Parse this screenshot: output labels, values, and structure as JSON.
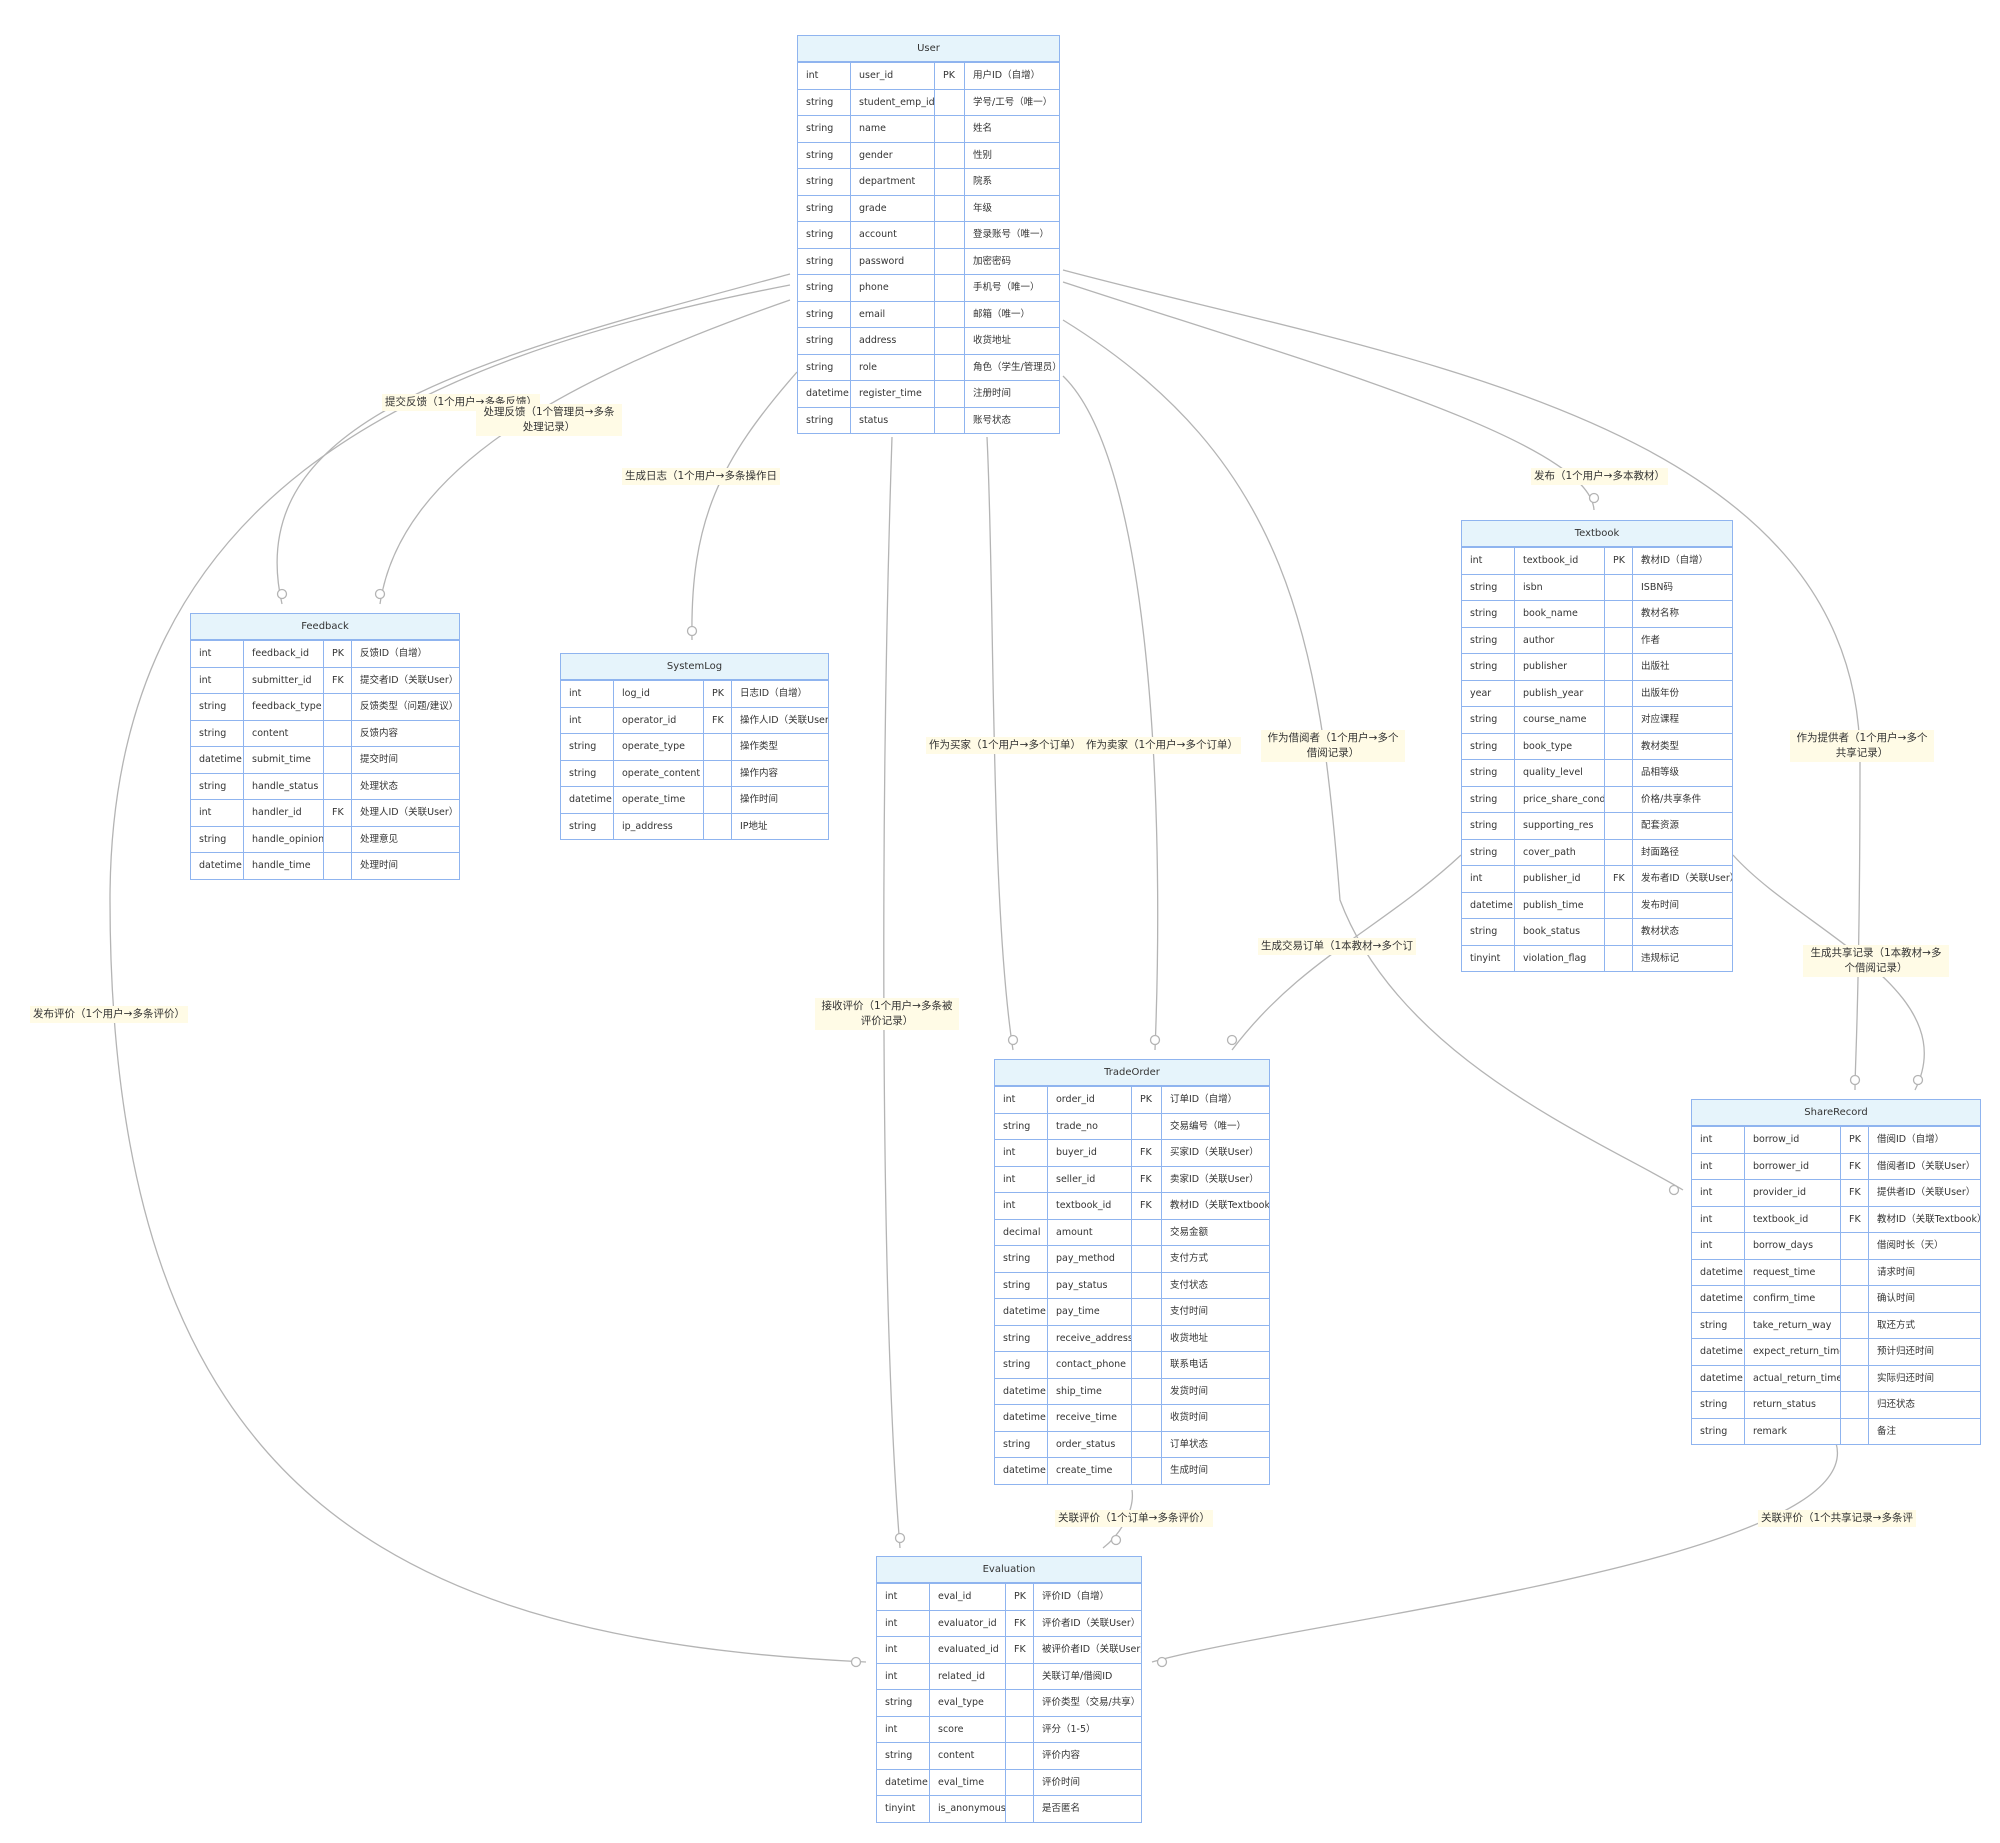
{
  "entities": [
    {
      "key": "user",
      "name": "User",
      "rows": [
        [
          "int",
          "user_id",
          "PK",
          "用户ID（自增）"
        ],
        [
          "string",
          "student_emp_id",
          "",
          "学号/工号（唯一）"
        ],
        [
          "string",
          "name",
          "",
          "姓名"
        ],
        [
          "string",
          "gender",
          "",
          "性别"
        ],
        [
          "string",
          "department",
          "",
          "院系"
        ],
        [
          "string",
          "grade",
          "",
          "年级"
        ],
        [
          "string",
          "account",
          "",
          "登录账号（唯一）"
        ],
        [
          "string",
          "password",
          "",
          "加密密码"
        ],
        [
          "string",
          "phone",
          "",
          "手机号（唯一）"
        ],
        [
          "string",
          "email",
          "",
          "邮箱（唯一）"
        ],
        [
          "string",
          "address",
          "",
          "收货地址"
        ],
        [
          "string",
          "role",
          "",
          "角色（学生/管理员）"
        ],
        [
          "datetime",
          "register_time",
          "",
          "注册时间"
        ],
        [
          "string",
          "status",
          "",
          "账号状态"
        ]
      ]
    },
    {
      "key": "feedback",
      "name": "Feedback",
      "rows": [
        [
          "int",
          "feedback_id",
          "PK",
          "反馈ID（自增）"
        ],
        [
          "int",
          "submitter_id",
          "FK",
          "提交者ID（关联User）"
        ],
        [
          "string",
          "feedback_type",
          "",
          "反馈类型（问题/建议）"
        ],
        [
          "string",
          "content",
          "",
          "反馈内容"
        ],
        [
          "datetime",
          "submit_time",
          "",
          "提交时间"
        ],
        [
          "string",
          "handle_status",
          "",
          "处理状态"
        ],
        [
          "int",
          "handler_id",
          "FK",
          "处理人ID（关联User）"
        ],
        [
          "string",
          "handle_opinion",
          "",
          "处理意见"
        ],
        [
          "datetime",
          "handle_time",
          "",
          "处理时间"
        ]
      ]
    },
    {
      "key": "systemlog",
      "name": "SystemLog",
      "rows": [
        [
          "int",
          "log_id",
          "PK",
          "日志ID（自增）"
        ],
        [
          "int",
          "operator_id",
          "FK",
          "操作人ID（关联User）"
        ],
        [
          "string",
          "operate_type",
          "",
          "操作类型"
        ],
        [
          "string",
          "operate_content",
          "",
          "操作内容"
        ],
        [
          "datetime",
          "operate_time",
          "",
          "操作时间"
        ],
        [
          "string",
          "ip_address",
          "",
          "IP地址"
        ]
      ]
    },
    {
      "key": "textbook",
      "name": "Textbook",
      "rows": [
        [
          "int",
          "textbook_id",
          "PK",
          "教材ID（自增）"
        ],
        [
          "string",
          "isbn",
          "",
          "ISBN码"
        ],
        [
          "string",
          "book_name",
          "",
          "教材名称"
        ],
        [
          "string",
          "author",
          "",
          "作者"
        ],
        [
          "string",
          "publisher",
          "",
          "出版社"
        ],
        [
          "year",
          "publish_year",
          "",
          "出版年份"
        ],
        [
          "string",
          "course_name",
          "",
          "对应课程"
        ],
        [
          "string",
          "book_type",
          "",
          "教材类型"
        ],
        [
          "string",
          "quality_level",
          "",
          "品相等级"
        ],
        [
          "string",
          "price_share_cond",
          "",
          "价格/共享条件"
        ],
        [
          "string",
          "supporting_res",
          "",
          "配套资源"
        ],
        [
          "string",
          "cover_path",
          "",
          "封面路径"
        ],
        [
          "int",
          "publisher_id",
          "FK",
          "发布者ID（关联User）"
        ],
        [
          "datetime",
          "publish_time",
          "",
          "发布时间"
        ],
        [
          "string",
          "book_status",
          "",
          "教材状态"
        ],
        [
          "tinyint",
          "violation_flag",
          "",
          "违规标记"
        ]
      ]
    },
    {
      "key": "tradeorder",
      "name": "TradeOrder",
      "rows": [
        [
          "int",
          "order_id",
          "PK",
          "订单ID（自增）"
        ],
        [
          "string",
          "trade_no",
          "",
          "交易编号（唯一）"
        ],
        [
          "int",
          "buyer_id",
          "FK",
          "买家ID（关联User）"
        ],
        [
          "int",
          "seller_id",
          "FK",
          "卖家ID（关联User）"
        ],
        [
          "int",
          "textbook_id",
          "FK",
          "教材ID（关联Textbook）"
        ],
        [
          "decimal",
          "amount",
          "",
          "交易金额"
        ],
        [
          "string",
          "pay_method",
          "",
          "支付方式"
        ],
        [
          "string",
          "pay_status",
          "",
          "支付状态"
        ],
        [
          "datetime",
          "pay_time",
          "",
          "支付时间"
        ],
        [
          "string",
          "receive_address",
          "",
          "收货地址"
        ],
        [
          "string",
          "contact_phone",
          "",
          "联系电话"
        ],
        [
          "datetime",
          "ship_time",
          "",
          "发货时间"
        ],
        [
          "datetime",
          "receive_time",
          "",
          "收货时间"
        ],
        [
          "string",
          "order_status",
          "",
          "订单状态"
        ],
        [
          "datetime",
          "create_time",
          "",
          "生成时间"
        ]
      ]
    },
    {
      "key": "sharerecord",
      "name": "ShareRecord",
      "rows": [
        [
          "int",
          "borrow_id",
          "PK",
          "借阅ID（自增）"
        ],
        [
          "int",
          "borrower_id",
          "FK",
          "借阅者ID（关联User）"
        ],
        [
          "int",
          "provider_id",
          "FK",
          "提供者ID（关联User）"
        ],
        [
          "int",
          "textbook_id",
          "FK",
          "教材ID（关联Textbook）"
        ],
        [
          "int",
          "borrow_days",
          "",
          "借阅时长（天）"
        ],
        [
          "datetime",
          "request_time",
          "",
          "请求时间"
        ],
        [
          "datetime",
          "confirm_time",
          "",
          "确认时间"
        ],
        [
          "string",
          "take_return_way",
          "",
          "取还方式"
        ],
        [
          "datetime",
          "expect_return_time",
          "",
          "预计归还时间"
        ],
        [
          "datetime",
          "actual_return_time",
          "",
          "实际归还时间"
        ],
        [
          "string",
          "return_status",
          "",
          "归还状态"
        ],
        [
          "string",
          "remark",
          "",
          "备注"
        ]
      ]
    },
    {
      "key": "evaluation",
      "name": "Evaluation",
      "rows": [
        [
          "int",
          "eval_id",
          "PK",
          "评价ID（自增）"
        ],
        [
          "int",
          "evaluator_id",
          "FK",
          "评价者ID（关联User）"
        ],
        [
          "int",
          "evaluated_id",
          "FK",
          "被评价者ID（关联User）"
        ],
        [
          "int",
          "related_id",
          "",
          "关联订单/借阅ID"
        ],
        [
          "string",
          "eval_type",
          "",
          "评价类型（交易/共享）"
        ],
        [
          "int",
          "score",
          "",
          "评分（1-5）"
        ],
        [
          "string",
          "content",
          "",
          "评价内容"
        ],
        [
          "datetime",
          "eval_time",
          "",
          "评价时间"
        ],
        [
          "tinyint",
          "is_anonymous",
          "",
          "是否匿名"
        ]
      ]
    }
  ],
  "relationships": [
    {
      "key": "r1",
      "label": "提交反馈（1个用户→多条反馈）"
    },
    {
      "key": "r2",
      "label": "处理反馈（1个管理员→多条处理记录）"
    },
    {
      "key": "r3",
      "label": "生成日志（1个用户→多条操作日"
    },
    {
      "key": "r4",
      "label": "发布（1个用户→多本教材）"
    },
    {
      "key": "r5",
      "label": "作为买家（1个用户→多个订单）"
    },
    {
      "key": "r6",
      "label": "作为卖家（1个用户→多个订单）"
    },
    {
      "key": "r7",
      "label": "作为借阅者（1个用户→多个借阅记录）"
    },
    {
      "key": "r8",
      "label": "作为提供者（1个用户→多个共享记录）"
    },
    {
      "key": "r9",
      "label": "生成交易订单（1本教材→多个订"
    },
    {
      "key": "r10",
      "label": "生成共享记录（1本教材→多个借阅记录）"
    },
    {
      "key": "r11",
      "label": "发布评价（1个用户→多条评价）"
    },
    {
      "key": "r12",
      "label": "接收评价（1个用户→多条被评价记录）"
    },
    {
      "key": "r13",
      "label": "关联评价（1个订单→多条评价）"
    },
    {
      "key": "r14",
      "label": "关联评价（1个共享记录→多条评"
    }
  ],
  "colors": {
    "border": "#8fb4ef",
    "header": "#e6f4fb",
    "line": "#b4b4b4",
    "label_bg": "#fffbe6"
  }
}
